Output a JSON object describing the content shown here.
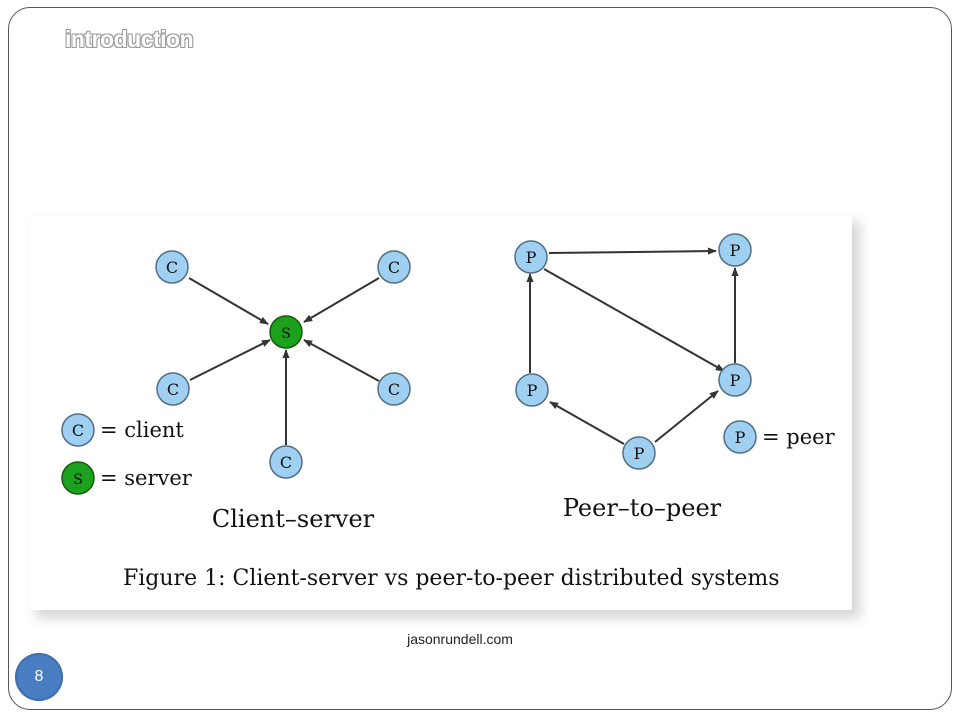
{
  "slide": {
    "title": "introduction",
    "credit": "jasonrundell.com",
    "page_number": "8"
  },
  "figure": {
    "caption": "Figure 1: Client-server vs peer-to-peer distributed systems",
    "client_server": {
      "heading": "Client–server",
      "client_letter": "C",
      "server_letter": "S",
      "legend_client": "= client",
      "legend_server": "= server"
    },
    "peer_to_peer": {
      "heading": "Peer–to–peer",
      "peer_letter": "P",
      "legend_peer": "= peer"
    },
    "colors": {
      "client_fill": "#9fd0f2",
      "peer_fill": "#9fd0f2",
      "server_fill": "#1ca11c",
      "node_stroke": "#4f6f86",
      "edge": "#333333"
    }
  }
}
